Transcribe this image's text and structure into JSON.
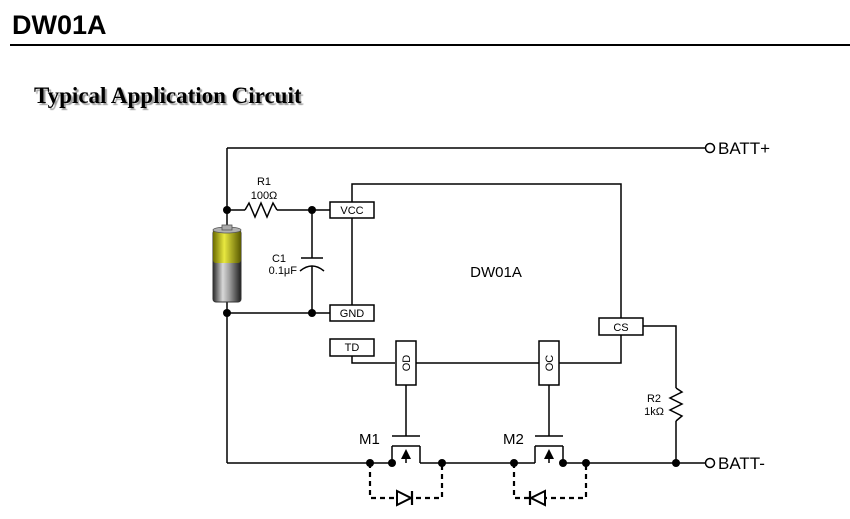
{
  "header": {
    "part_number": "DW01A"
  },
  "section": {
    "title": "Typical Application Circuit"
  },
  "circuit": {
    "ic_label": "DW01A",
    "pins": {
      "vcc": "VCC",
      "gnd": "GND",
      "td": "TD",
      "od": "OD",
      "oc": "OC",
      "cs": "CS"
    },
    "r1": {
      "name": "R1",
      "value": "100Ω"
    },
    "c1": {
      "name": "C1",
      "value": "0.1μF"
    },
    "r2": {
      "name": "R2",
      "value": "1kΩ"
    },
    "m1": "M1",
    "m2": "M2",
    "terminals": {
      "batt_plus": "BATT+",
      "batt_minus": "BATT-"
    }
  }
}
